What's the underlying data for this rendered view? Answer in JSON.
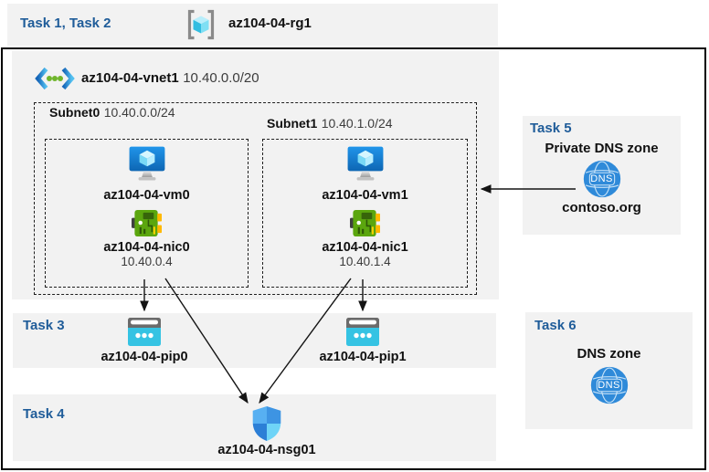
{
  "header": {
    "task_label": "Task 1, Task 2",
    "resource_group": "az104-04-rg1"
  },
  "vnet": {
    "name": "az104-04-vnet1",
    "cidr": "10.40.0.0/20"
  },
  "subnets": [
    {
      "name": "Subnet0",
      "cidr": "10.40.0.0/24",
      "vm": "az104-04-vm0",
      "nic": "az104-04-nic0",
      "ip": "10.40.0.4"
    },
    {
      "name": "Subnet1",
      "cidr": "10.40.1.0/24",
      "vm": "az104-04-vm1",
      "nic": "az104-04-nic1",
      "ip": "10.40.1.4"
    }
  ],
  "task3": {
    "label": "Task 3",
    "pip0": "az104-04-pip0",
    "pip1": "az104-04-pip1"
  },
  "task4": {
    "label": "Task 4",
    "nsg": "az104-04-nsg01"
  },
  "task5": {
    "label": "Task 5",
    "title": "Private DNS zone",
    "zone": "contoso.org",
    "icon_text": "DNS"
  },
  "task6": {
    "label": "Task 6",
    "title": "DNS zone",
    "icon_text": "DNS"
  },
  "colors": {
    "task_label_blue": "#1f5c99",
    "panel_gray": "#f2f2f2",
    "azure_blue": "#1586d8",
    "nic_green": "#5ba60e",
    "pip_cyan": "#35c3e3",
    "dns_blue": "#2f8ad9",
    "arrow_black": "#141414"
  }
}
